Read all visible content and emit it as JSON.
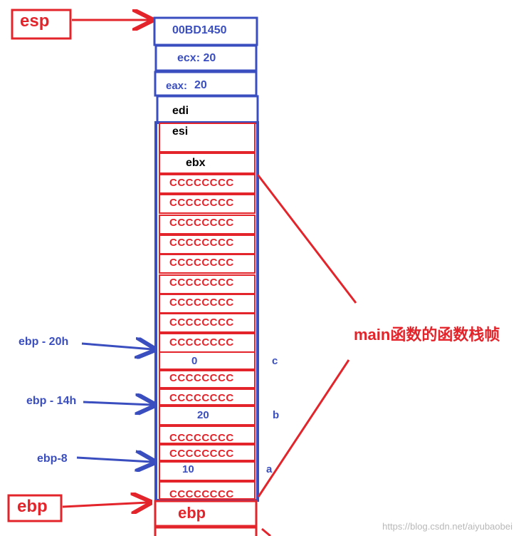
{
  "labels": {
    "esp": "esp",
    "ebp": "ebp",
    "frame_caption": "main函数的函数栈帧",
    "watermark": "https://blog.csdn.net/aiyubaobei"
  },
  "pointers": [
    {
      "id": "ebp-20h",
      "text": "ebp - 20h"
    },
    {
      "id": "ebp-14h",
      "text": "ebp - 14h"
    },
    {
      "id": "ebp-8",
      "text": "ebp-8"
    }
  ],
  "variables": [
    {
      "id": "c",
      "text": "c"
    },
    {
      "id": "b",
      "text": "b"
    },
    {
      "id": "a",
      "text": "a"
    }
  ],
  "stack": {
    "top_address": "00BD1450",
    "ecx": "ecx: 20",
    "eax_label": "eax:",
    "eax_value": "20",
    "edi": "edi",
    "esi": "esi",
    "ebx": "ebx",
    "fill": "CCCCCCCC",
    "c_value": "0",
    "b_value": "20",
    "a_value": "10",
    "ebp_cell": "ebp"
  },
  "colors": {
    "blue": "#3a4ec0",
    "red": "#e3242b"
  }
}
